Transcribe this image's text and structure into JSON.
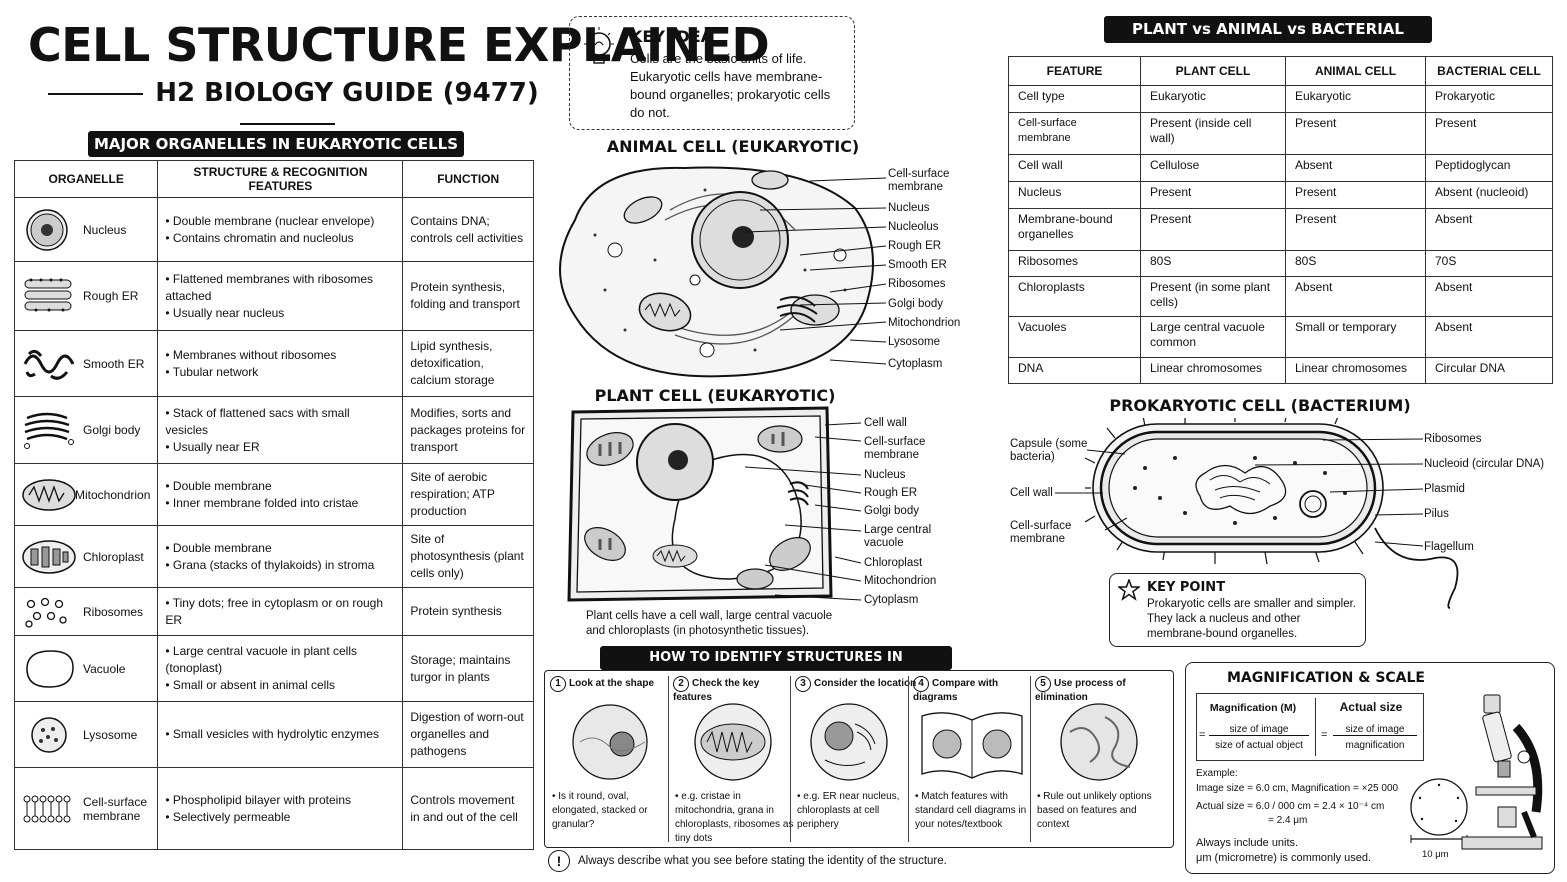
{
  "header": {
    "title": "CELL STRUCTURE EXPLAINED",
    "subtitle": "H2 BIOLOGY GUIDE (9477)"
  },
  "key_idea": {
    "heading": "KEY IDEA",
    "text": "Cells are the basic units of life. Eukaryotic cells have membrane-bound organelles; prokaryotic cells do not."
  },
  "organelles": {
    "banner": "MAJOR ORGANELLES IN EUKARYOTIC CELLS",
    "columns": [
      "ORGANELLE",
      "STRUCTURE & RECOGNITION FEATURES",
      "FUNCTION"
    ],
    "rows": [
      {
        "name": "Nucleus",
        "icon": "nucleus-icon",
        "features": [
          "• Double membrane (nuclear envelope)",
          "• Contains chromatin and nucleolus"
        ],
        "function": "Contains DNA; controls cell activities"
      },
      {
        "name": "Rough ER",
        "icon": "rough-er-icon",
        "features": [
          "• Flattened membranes with ribosomes attached",
          "• Usually near nucleus"
        ],
        "function": "Protein synthesis, folding and transport"
      },
      {
        "name": "Smooth ER",
        "icon": "smooth-er-icon",
        "features": [
          "• Membranes without ribosomes",
          "• Tubular network"
        ],
        "function": "Lipid synthesis, detoxification, calcium storage"
      },
      {
        "name": "Golgi body",
        "icon": "golgi-icon",
        "features": [
          "• Stack of flattened sacs with small vesicles",
          "• Usually near ER"
        ],
        "function": "Modifies, sorts and packages proteins for transport"
      },
      {
        "name": "Mitochondrion",
        "icon": "mitochondrion-icon",
        "features": [
          "• Double membrane",
          "• Inner membrane folded into cristae"
        ],
        "function": "Site of aerobic respiration; ATP production"
      },
      {
        "name": "Chloroplast",
        "icon": "chloroplast-icon",
        "features": [
          "• Double membrane",
          "• Grana (stacks of thylakoids) in stroma"
        ],
        "function": "Site of photosynthesis (plant cells only)"
      },
      {
        "name": "Ribosomes",
        "icon": "ribosomes-icon",
        "features": [
          "• Tiny dots; free in cytoplasm or on rough ER"
        ],
        "function": "Protein synthesis"
      },
      {
        "name": "Vacuole",
        "icon": "vacuole-icon",
        "features": [
          "• Large central vacuole in plant cells (tonoplast)",
          "• Small or absent in animal cells"
        ],
        "function": "Storage; maintains turgor in plants"
      },
      {
        "name": "Lysosome",
        "icon": "lysosome-icon",
        "features": [
          "• Small vesicles with hydrolytic enzymes"
        ],
        "function": "Digestion of worn-out organelles and pathogens"
      },
      {
        "name": "Cell-surface membrane",
        "icon": "membrane-icon",
        "features": [
          "• Phospholipid bilayer with proteins",
          "• Selectively permeable"
        ],
        "function": "Controls movement in and out of the cell"
      }
    ]
  },
  "animal_cell": {
    "title": "ANIMAL CELL (EUKARYOTIC)",
    "labels": [
      "Cell-surface membrane",
      "Nucleus",
      "Nucleolus",
      "Rough ER",
      "Smooth ER",
      "Ribosomes",
      "Golgi body",
      "Mitochondrion",
      "Lysosome",
      "Cytoplasm"
    ]
  },
  "plant_cell": {
    "title": "PLANT CELL (EUKARYOTIC)",
    "labels": [
      "Cell wall",
      "Cell-surface membrane",
      "Nucleus",
      "Rough ER",
      "Golgi body",
      "Large central vacuole",
      "Chloroplast",
      "Mitochondrion",
      "Cytoplasm"
    ],
    "caption": "Plant cells have a cell wall, large central vacuole and chloroplasts (in photosynthetic tissues)."
  },
  "comparison": {
    "banner": "PLANT vs ANIMAL vs BACTERIAL CELLS",
    "columns": [
      "FEATURE",
      "PLANT CELL",
      "ANIMAL CELL",
      "BACTERIAL CELL"
    ],
    "rows": [
      [
        "Cell type",
        "Eukaryotic",
        "Eukaryotic",
        "Prokaryotic"
      ],
      [
        "Cell-surface membrane",
        "Present (inside cell wall)",
        "Present",
        "Present"
      ],
      [
        "Cell wall",
        "Cellulose",
        "Absent",
        "Peptidoglycan"
      ],
      [
        "Nucleus",
        "Present",
        "Present",
        "Absent (nucleoid)"
      ],
      [
        "Membrane-bound organelles",
        "Present",
        "Present",
        "Absent"
      ],
      [
        "Ribosomes",
        "80S",
        "80S",
        "70S"
      ],
      [
        "Chloroplasts",
        "Present (in some plant cells)",
        "Absent",
        "Absent"
      ],
      [
        "Vacuoles",
        "Large central vacuole common",
        "Small or temporary",
        "Absent"
      ],
      [
        "DNA",
        "Linear chromosomes",
        "Linear chromosomes",
        "Circular DNA"
      ]
    ]
  },
  "bacterium": {
    "title": "PROKARYOTIC CELL (BACTERIUM)",
    "labels_left": [
      "Capsule (some bacteria)",
      "Cell wall",
      "Cell-surface membrane"
    ],
    "labels_right": [
      "Ribosomes",
      "Nucleoid (circular DNA)",
      "Plasmid",
      "Pilus",
      "Flagellum"
    ]
  },
  "key_point": {
    "heading": "KEY POINT",
    "text": "Prokaryotic cells are smaller and simpler. They lack a nucleus and other membrane-bound organelles."
  },
  "micrographs": {
    "banner": "HOW TO IDENTIFY STRUCTURES IN MICROGRAPHS",
    "steps": [
      {
        "num": "1",
        "title": "Look at the shape",
        "text": "• Is it round, oval, elongated, stacked or granular?"
      },
      {
        "num": "2",
        "title": "Check the key features",
        "text": "• e.g. cristae in mitochondria, grana in chloroplasts, ribosomes as tiny dots"
      },
      {
        "num": "3",
        "title": "Consider the location",
        "text": "• e.g. ER near nucleus, chloroplasts at cell periphery"
      },
      {
        "num": "4",
        "title": "Compare with diagrams",
        "text": "• Match features with standard cell diagrams in your notes/textbook"
      },
      {
        "num": "5",
        "title": "Use process of elimination",
        "text": "• Rule out unlikely options based on features and context"
      }
    ],
    "note": "Always describe what you see before stating the identity of the structure."
  },
  "magnification": {
    "title": "MAGNIFICATION & SCALE",
    "mag_label": "Magnification (M)",
    "mag_num": "size of image",
    "mag_den": "size of actual object",
    "act_label": "Actual size",
    "act_num": "size of image",
    "act_den": "magnification",
    "example_label": "Example:",
    "example_line1": "Image size = 6.0 cm, Magnification = ×25 000",
    "example_line2": "Actual size = 6.0 / 000 cm = 2.4 × 10⁻⁴ cm",
    "example_line3": "= 2.4 μm",
    "note1": "Always include units.",
    "note2": "μm (micrometre) is commonly used.",
    "scale_label": "10 μm"
  }
}
